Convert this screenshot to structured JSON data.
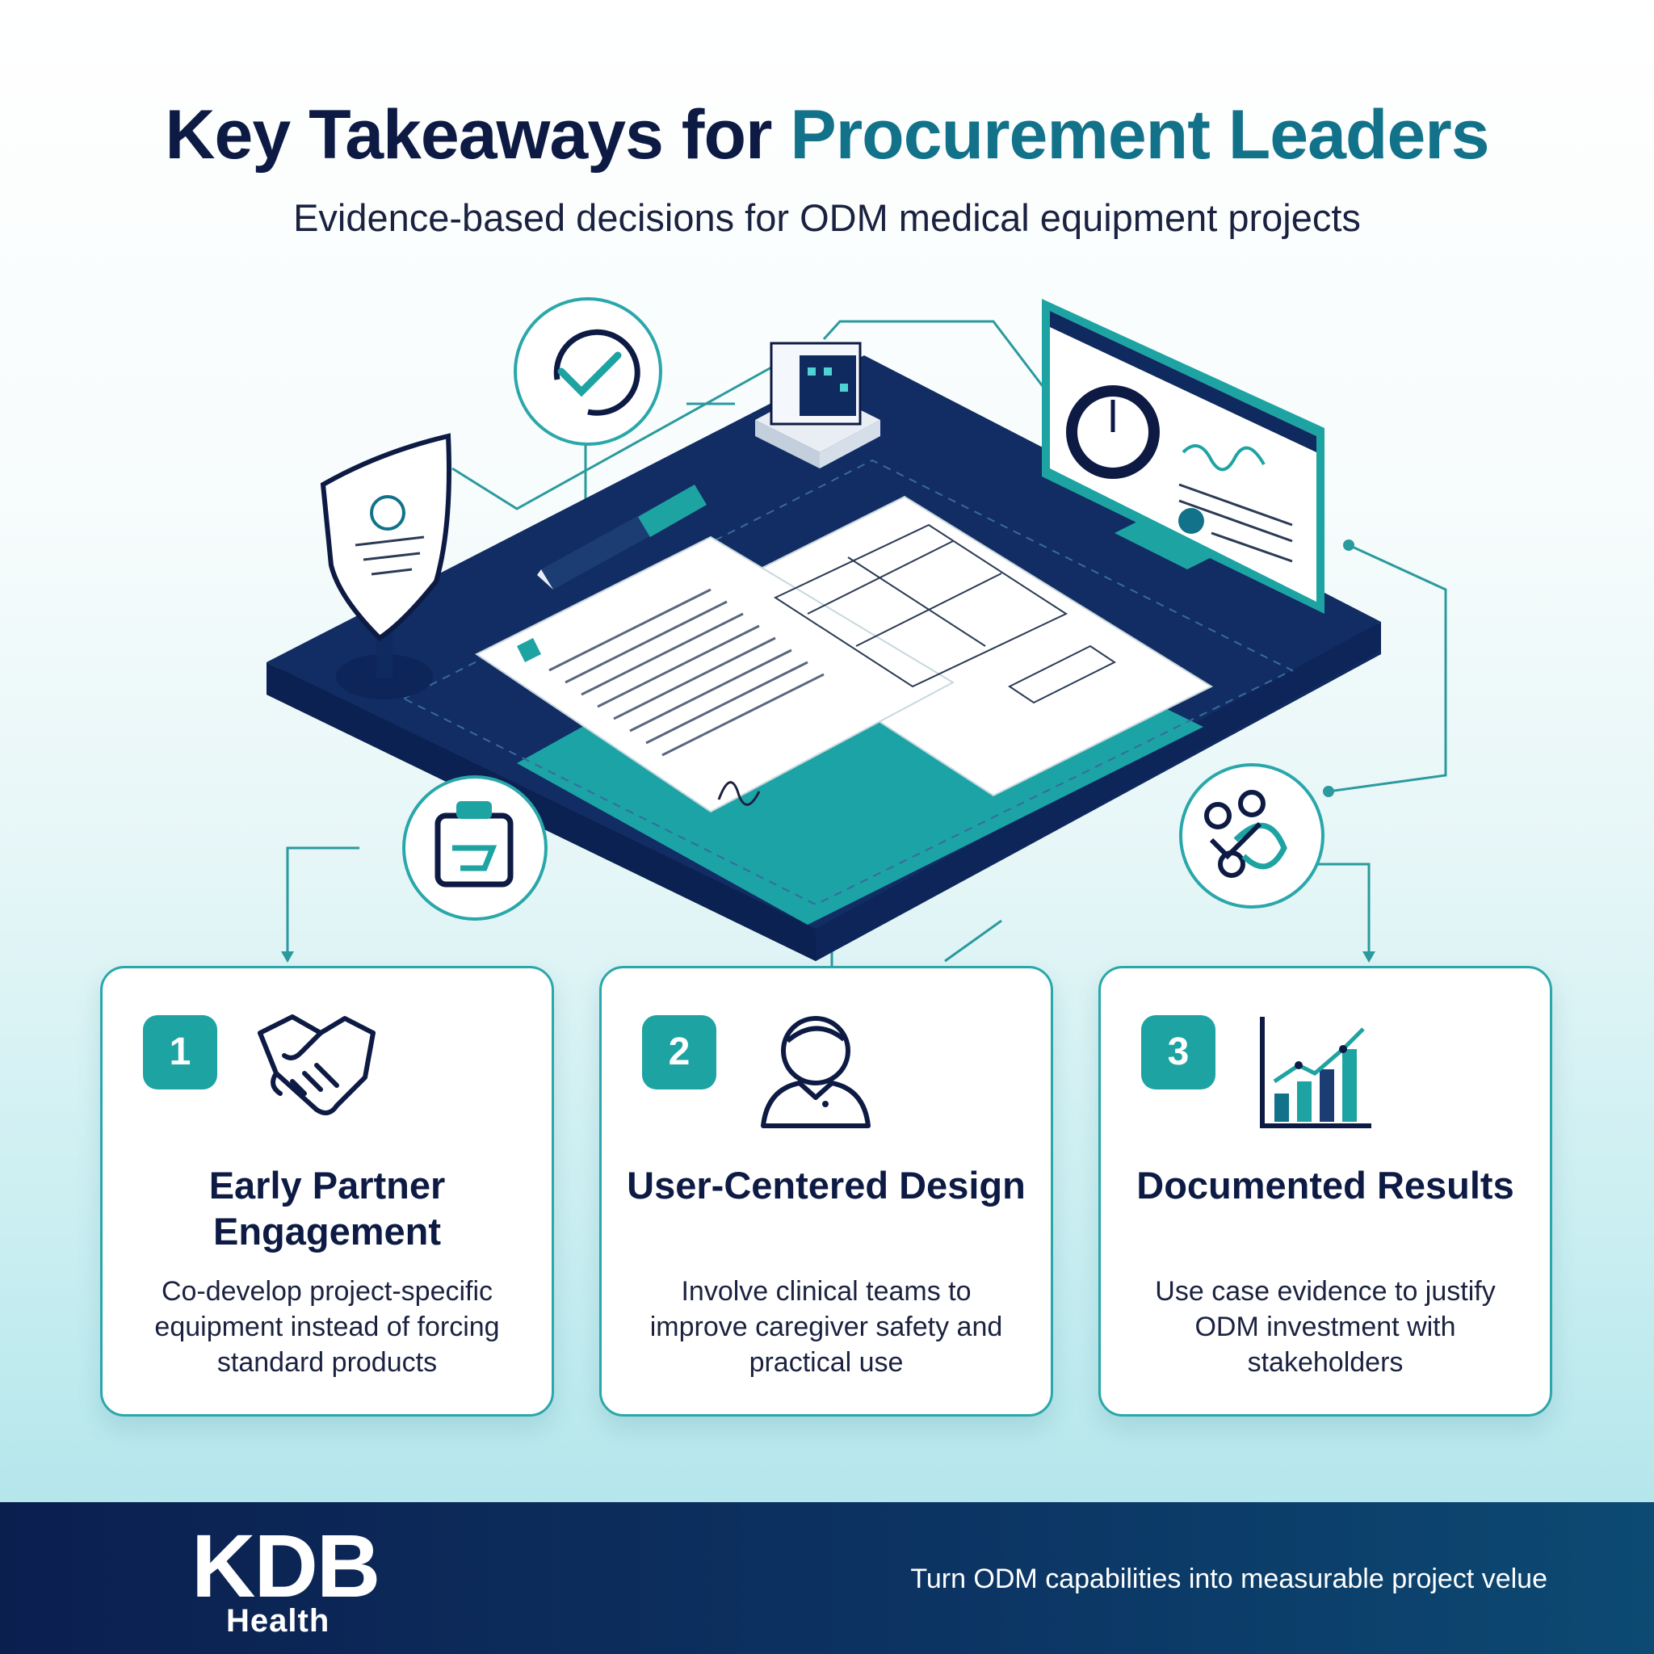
{
  "header": {
    "title_part1": "Key Takeaways for ",
    "title_part2": "Procurement Leaders",
    "subtitle": "Evidence-based decisions for ODM medical equipment projects"
  },
  "colors": {
    "navy": "#0d1b44",
    "teal": "#1ea3a3",
    "accent_teal": "#12728a",
    "footer_navy": "#0b1f4f"
  },
  "illustration": {
    "icons": [
      "certificate-shield-icon",
      "checkmark-circle-icon",
      "server-icon",
      "monitor-dashboard-icon",
      "pen-icon",
      "documents-icon",
      "clipboard-icon",
      "people-network-icon"
    ]
  },
  "cards": [
    {
      "number": "1",
      "icon": "handshake-icon",
      "title": "Early Partner Engagement",
      "description": "Co-develop project-specific equipment instead of forcing standard products"
    },
    {
      "number": "2",
      "icon": "user-icon",
      "title": "User-Centered Design",
      "description": "Involve clinical teams to improve caregiver safety and practical use"
    },
    {
      "number": "3",
      "icon": "bar-chart-icon",
      "title": "Documented Results",
      "description": "Use case evidence to justify ODM investment with stakeholders"
    }
  ],
  "footer": {
    "logo": "KDB",
    "logo_sub": "Health",
    "tagline": "Turn ODM capabilities into measurable project velue"
  }
}
